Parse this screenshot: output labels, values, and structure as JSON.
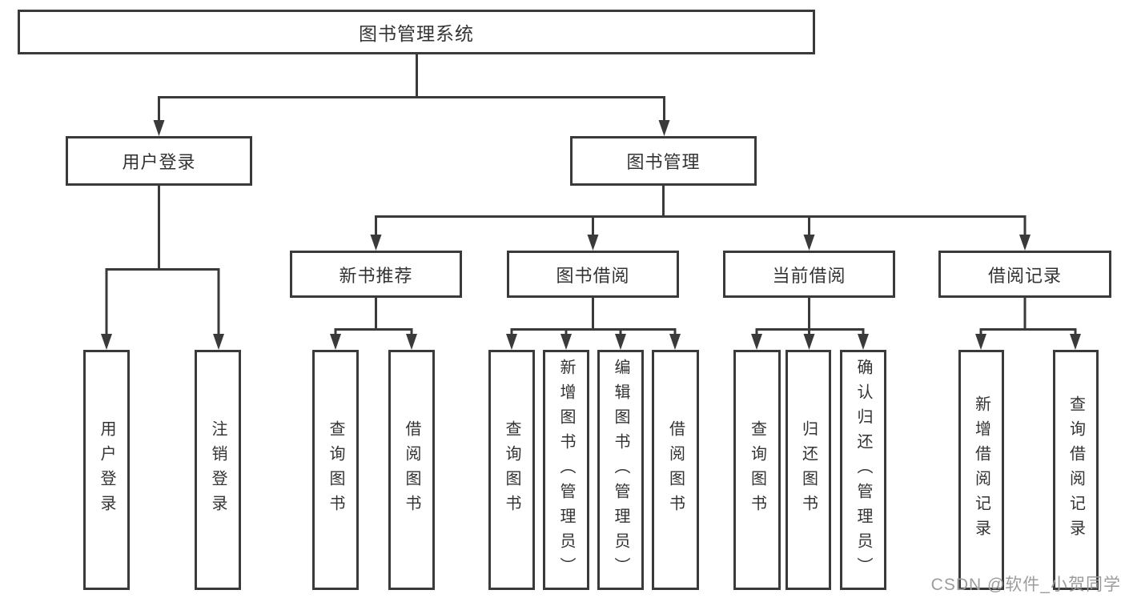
{
  "diagram": {
    "type": "tree",
    "title": "图书管理系统",
    "nodes": {
      "root": {
        "label": "图书管理系统"
      },
      "user_login": {
        "label": "用户登录"
      },
      "book_mgmt": {
        "label": "图书管理"
      },
      "new_book_rec": {
        "label": "新书推荐"
      },
      "book_borrow": {
        "label": "图书借阅"
      },
      "current_borrow": {
        "label": "当前借阅"
      },
      "borrow_records": {
        "label": "借阅记录"
      },
      "leaf_user_login": {
        "label": "用户登录"
      },
      "leaf_logout": {
        "label": "注销登录"
      },
      "leaf_nbr_query": {
        "label": "查询图书"
      },
      "leaf_nbr_borrow": {
        "label": "借阅图书"
      },
      "leaf_bb_query": {
        "label": "查询图书"
      },
      "leaf_bb_add": {
        "label": "新增图书（管理员）"
      },
      "leaf_bb_edit": {
        "label": "编辑图书（管理员）"
      },
      "leaf_bb_borrow": {
        "label": "借阅图书"
      },
      "leaf_cb_query": {
        "label": "查询图书"
      },
      "leaf_cb_return": {
        "label": "归还图书"
      },
      "leaf_cb_confirm": {
        "label": "确认归还（管理员）"
      },
      "leaf_br_add": {
        "label": "新增借阅记录"
      },
      "leaf_br_query": {
        "label": "查询借阅记录"
      }
    },
    "hierarchy": {
      "图书管理系统": {
        "用户登录": [
          "用户登录",
          "注销登录"
        ],
        "图书管理": {
          "新书推荐": [
            "查询图书",
            "借阅图书"
          ],
          "图书借阅": [
            "查询图书",
            "新增图书（管理员）",
            "编辑图书（管理员）",
            "借阅图书"
          ],
          "当前借阅": [
            "查询图书",
            "归还图书",
            "确认归还（管理员）"
          ],
          "借阅记录": [
            "新增借阅记录",
            "查询借阅记录"
          ]
        }
      }
    },
    "watermark": "CSDN @软件_小贺同学",
    "colors": {
      "line": "#3a3a3a",
      "text": "#333333",
      "background": "#ffffff",
      "watermark": "#9c9c9c"
    }
  }
}
